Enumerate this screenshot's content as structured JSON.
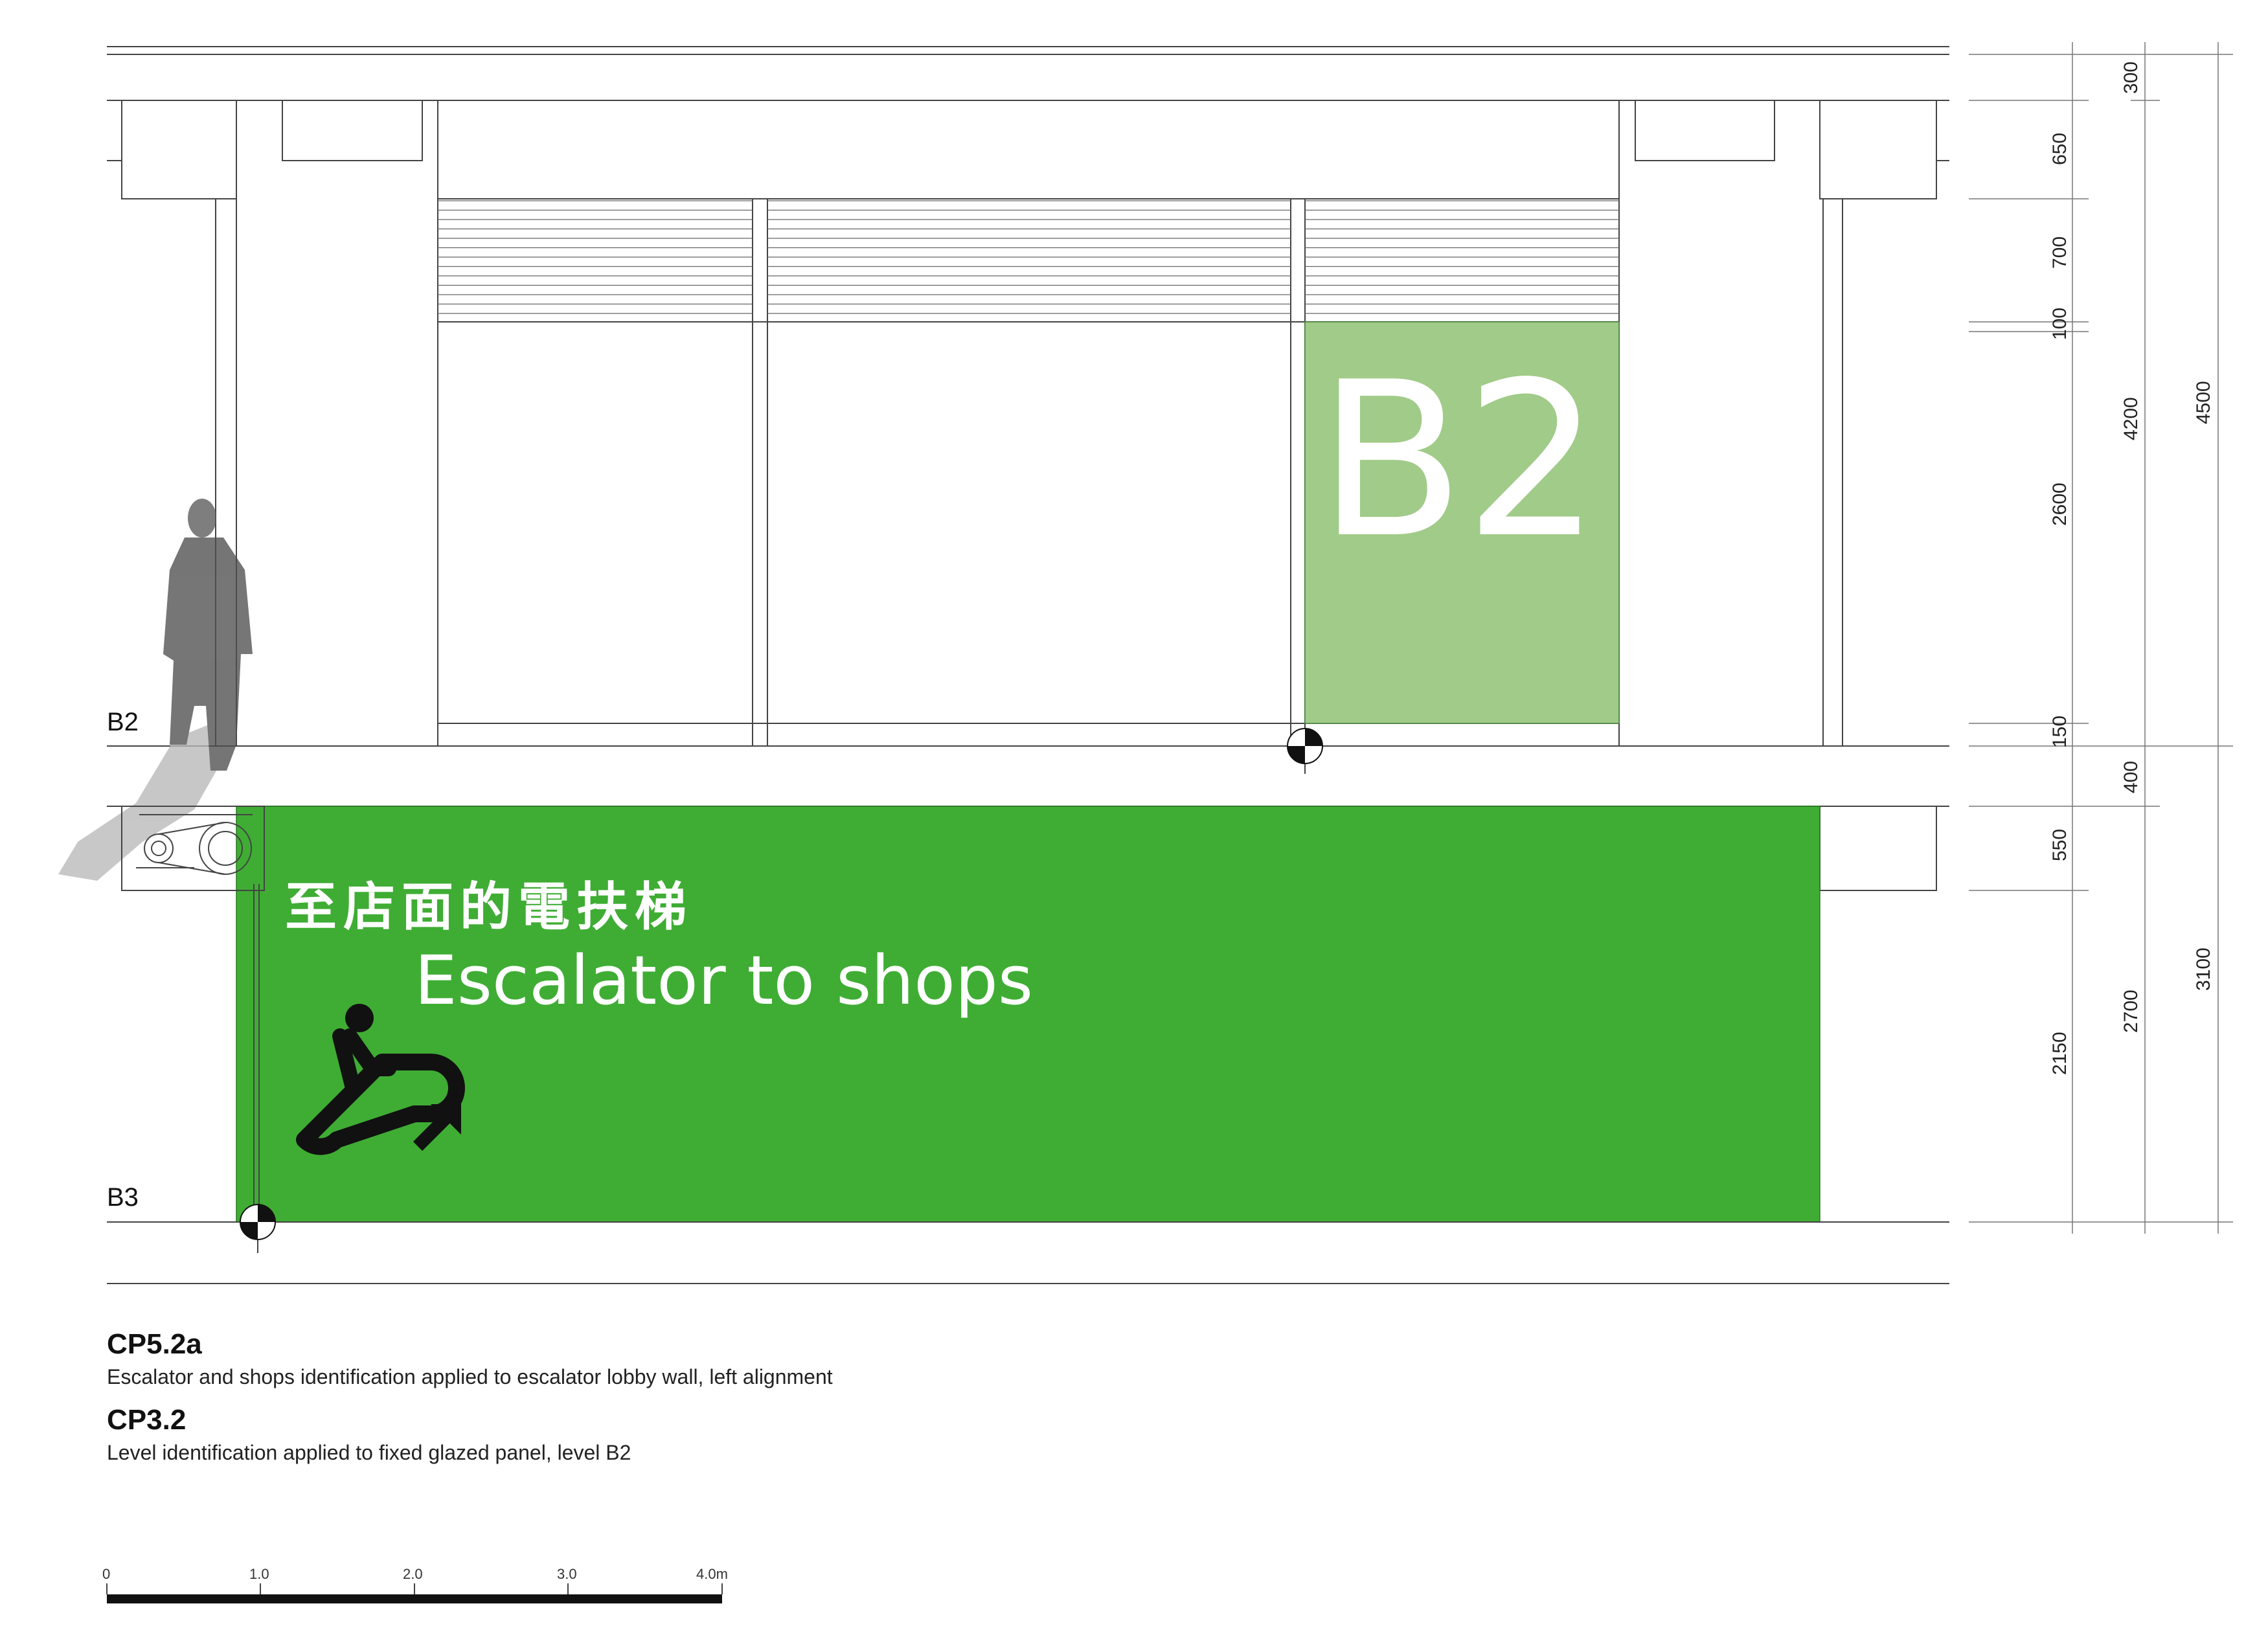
{
  "levels": {
    "upper": "B2",
    "lower": "B3"
  },
  "level_sign": {
    "text": "B2",
    "color": "#a1cb89"
  },
  "direction_sign": {
    "chinese": "至店面的電扶梯",
    "english": "Escalator to shops",
    "color": "#3fad34",
    "icon": "escalator-up-icon"
  },
  "dimensions": {
    "inner_column": [
      "650",
      "700",
      "100",
      "2600",
      "150",
      "550",
      "2150"
    ],
    "middle_column": [
      "300",
      "4200",
      "400",
      "2700"
    ],
    "outer_column": [
      "4500",
      "3100"
    ]
  },
  "captions": [
    {
      "code": "CP5.2a",
      "description": "Escalator and shops identification applied to escalator lobby wall, left alignment"
    },
    {
      "code": "CP3.2",
      "description": "Level identification applied to fixed glazed panel, level B2"
    }
  ],
  "scale_bar": {
    "labels": [
      "0",
      "1.0",
      "2.0",
      "3.0",
      "4.0m"
    ]
  }
}
